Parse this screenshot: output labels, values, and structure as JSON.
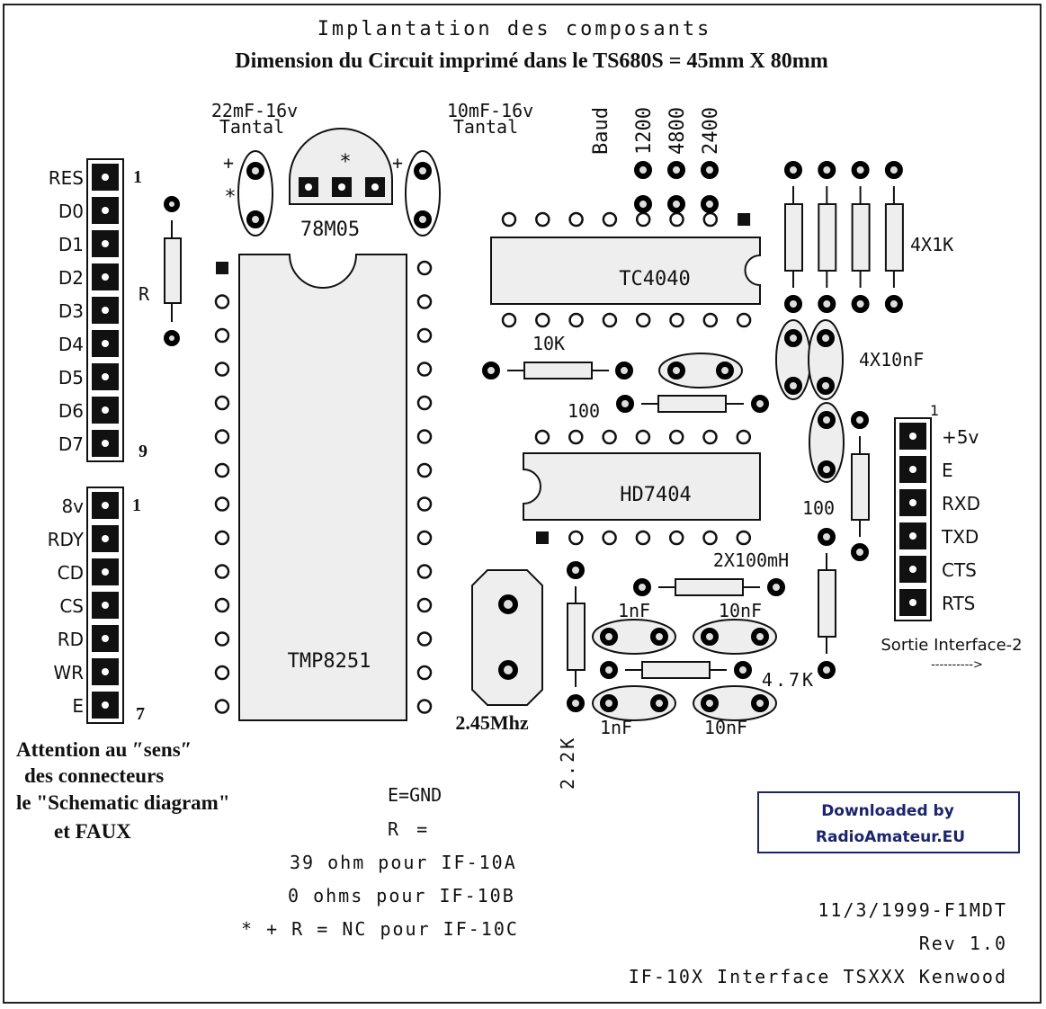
{
  "title": "Implantation des composants",
  "subtitle": "Dimension du Circuit imprimé dans le TS680S = 45mm X 80mm",
  "capacitors_top": {
    "left_value": "22mF-16v",
    "left_type": "Tantal",
    "right_value": "10mF-16v",
    "right_type": "Tantal",
    "plus": "+",
    "star": "*"
  },
  "regulator": "78M05",
  "baud": {
    "label": "Baud",
    "rates": [
      "1200",
      "4800",
      "2400"
    ]
  },
  "resistor_pack": "4X1K",
  "cap_pack": "4X10nF",
  "chips": {
    "uart": "TMP8251",
    "counter": "TC4040",
    "inverter": "HD7404"
  },
  "components": {
    "r_label": "R",
    "res_10k": "10K",
    "res_100_a": "100",
    "res_100_b": "100",
    "inductors": "2X100mH",
    "cap_1nf_top": "1nF",
    "cap_10nf_top": "10nF",
    "cap_1nf_bot": "1nF",
    "cap_10nf_bot": "10nF",
    "res_4_7k": "4.7K",
    "res_2_2k": "2.2K",
    "crystal": "2.45Mhz"
  },
  "connector_left_top": {
    "pins": [
      "RES",
      "D0",
      "D1",
      "D2",
      "D3",
      "D4",
      "D5",
      "D6",
      "D7"
    ],
    "first": "1",
    "last": "9"
  },
  "connector_left_bottom": {
    "pins": [
      "8v",
      "RDY",
      "CD",
      "CS",
      "RD",
      "WR",
      "E"
    ],
    "first": "1",
    "last": "7"
  },
  "connector_right": {
    "pins": [
      "+5v",
      "E",
      "RXD",
      "TXD",
      "CTS",
      "RTS"
    ],
    "first": "1",
    "caption": "Sortie Interface-2",
    "arrow": "---------->"
  },
  "warning": {
    "line1": "Attention au ″sens″",
    "line2": "des connecteurs",
    "line3": "le \"Schematic diagram\"",
    "line4": "et FAUX"
  },
  "notes": {
    "gnd": "E=GND",
    "r_eq": "R =",
    "opt_a": "39 ohm pour IF-10A",
    "opt_b": "0 ohms pour IF-10B",
    "opt_c": "* + R = NC pour IF-10C"
  },
  "watermark": {
    "line1": "Downloaded by",
    "line2": "RadioAmateur.EU"
  },
  "footer": {
    "date_author": "11/3/1999-F1MDT",
    "revision": "Rev 1.0",
    "product": "IF-10X Interface TSXXX Kenwood"
  },
  "colors": {
    "watermark": "#1a2470",
    "component_fill": "#eeeeee"
  }
}
